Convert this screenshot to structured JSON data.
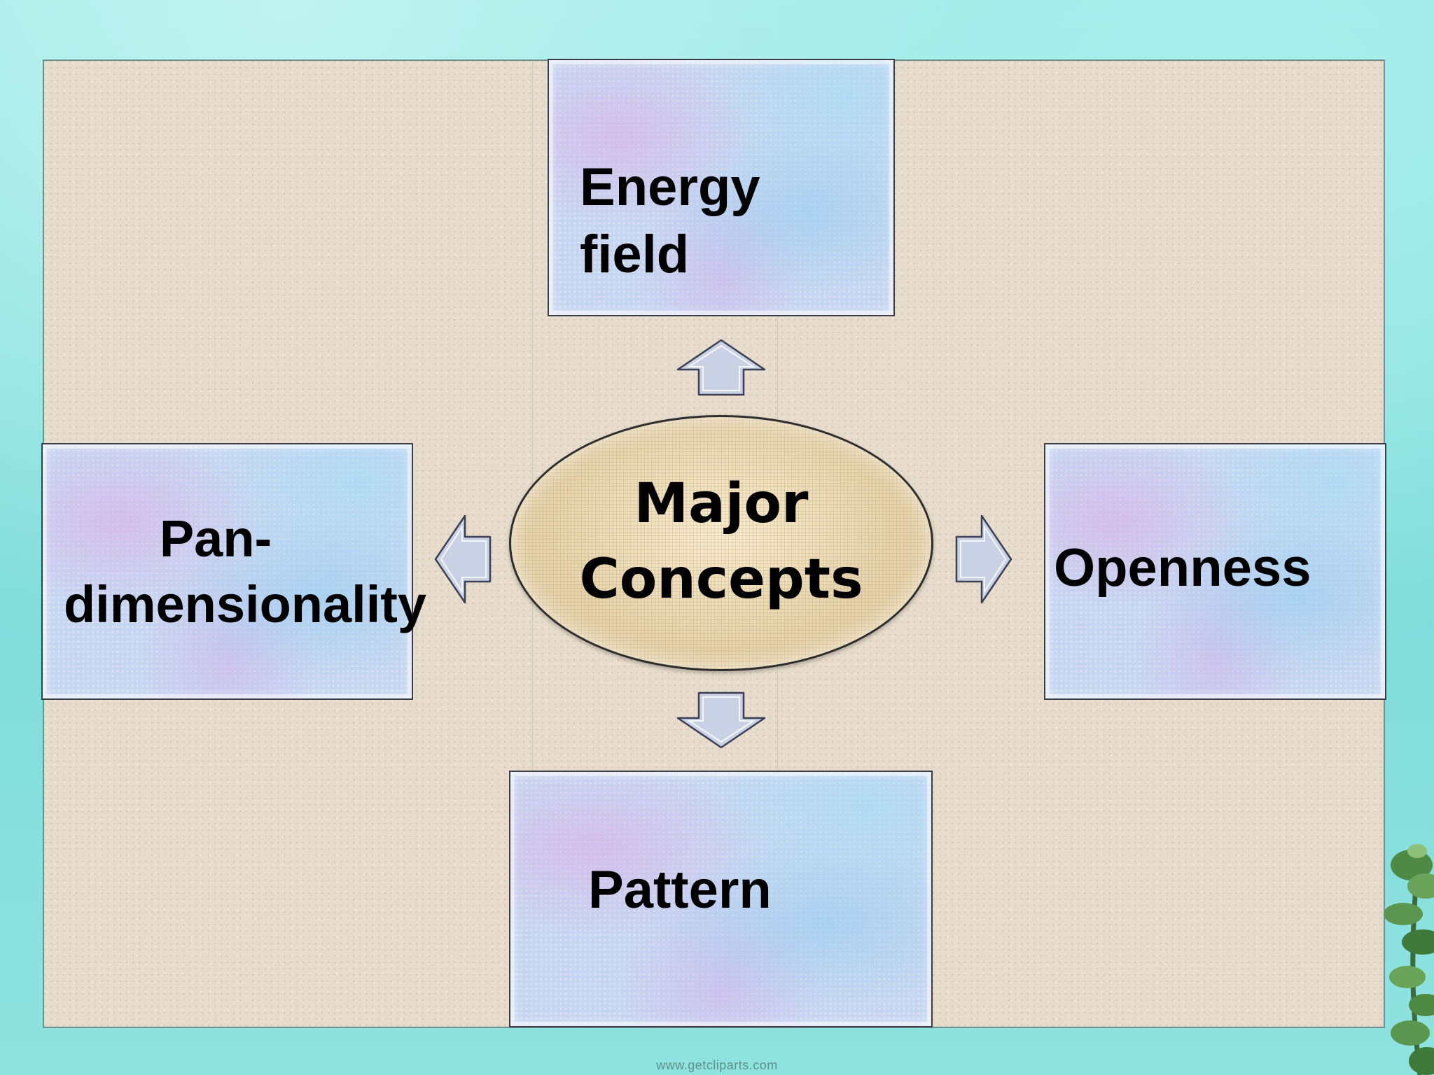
{
  "diagram": {
    "center": {
      "line1": "Major",
      "line2": "Concepts"
    },
    "top_box": {
      "line1": "Energy",
      "line2": "field"
    },
    "left_box": {
      "line1": "Pan-",
      "line2": "dimensionality"
    },
    "right_box": {
      "label": "Openness"
    },
    "bottom_box": {
      "label": "Pattern"
    }
  },
  "watermark": "www.getcliparts.com",
  "colors": {
    "background": "#8fe3df",
    "panel": "#e7dccb",
    "box_fill": "#c6d6f0",
    "ellipse_fill": "#e6d3ac",
    "arrow_fill": "#c9d2e4"
  },
  "icons": [
    "arrow-up-icon",
    "arrow-down-icon",
    "arrow-left-icon",
    "arrow-right-icon",
    "plant-decoration-icon"
  ]
}
